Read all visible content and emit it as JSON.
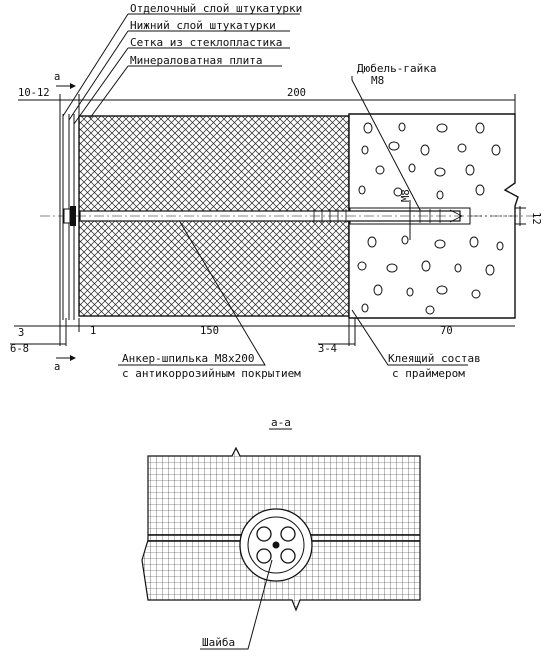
{
  "top_view": {
    "leaders": [
      "Отделочный слой штукатурки",
      "Нижний слой штукатурки",
      "Сетка из стеклопластика",
      "Минераловатная плита"
    ],
    "dowel_label_line1": "Дюбель-гайка",
    "dowel_label_line2": "М8",
    "anchor_label_line1": "Анкер-шпилька М8х200",
    "anchor_label_line2": "с антикоррозийным покрытием",
    "adhesive_label_line1": "Клеящий состав",
    "adhesive_label_line2": "с праймером",
    "section_mark": "а",
    "dims": {
      "d_10_12": "10-12",
      "d_200": "200",
      "d_3": "3",
      "d_6_8": "6-8",
      "d_1": "1",
      "d_150": "150",
      "d_3_4": "3-4",
      "d_70": "70",
      "d_12": "12",
      "d_m8": "М8"
    }
  },
  "section_view": {
    "title": "а-а",
    "washer_label": "Шайба"
  }
}
